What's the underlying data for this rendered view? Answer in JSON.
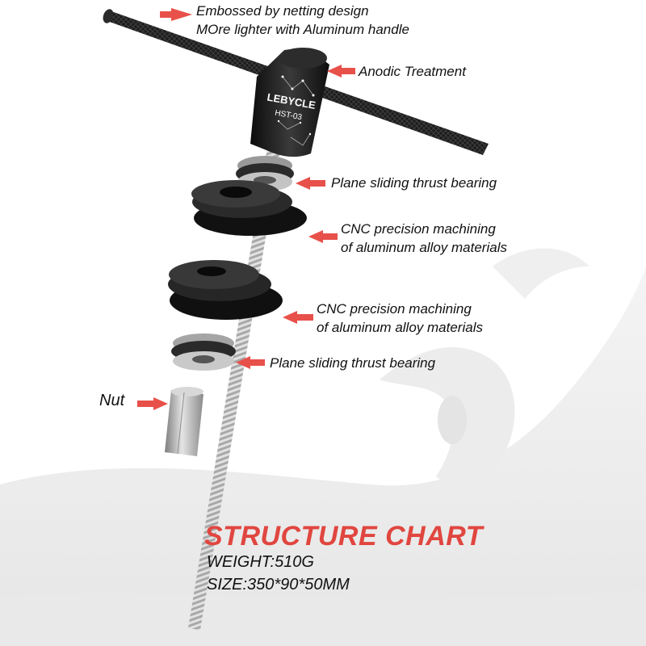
{
  "callouts": {
    "handle_line1": "Embossed by netting design",
    "handle_line2": "MOre lighter with Aluminum handle",
    "anodic": "Anodic Treatment",
    "bearing_top": "Plane sliding thrust bearing",
    "cnc_top_line1": "CNC precision machining",
    "cnc_top_line2": "of aluminum alloy materials",
    "cnc_bottom_line1": "CNC precision machining",
    "cnc_bottom_line2": "of aluminum alloy materials",
    "bearing_bottom": "Plane sliding thrust bearing",
    "nut": "Nut"
  },
  "product": {
    "brand": "LEBYCLE",
    "model": "HST-03"
  },
  "structure": {
    "title": "STRUCTURE CHART",
    "weight": "WEIGHT:510G",
    "size": "SIZE:350*90*50MM"
  },
  "colors": {
    "arrow": "#e8504a",
    "title": "#e0463f",
    "metal_dark": "#1a1a1a",
    "steel": "#b9b9b9"
  }
}
